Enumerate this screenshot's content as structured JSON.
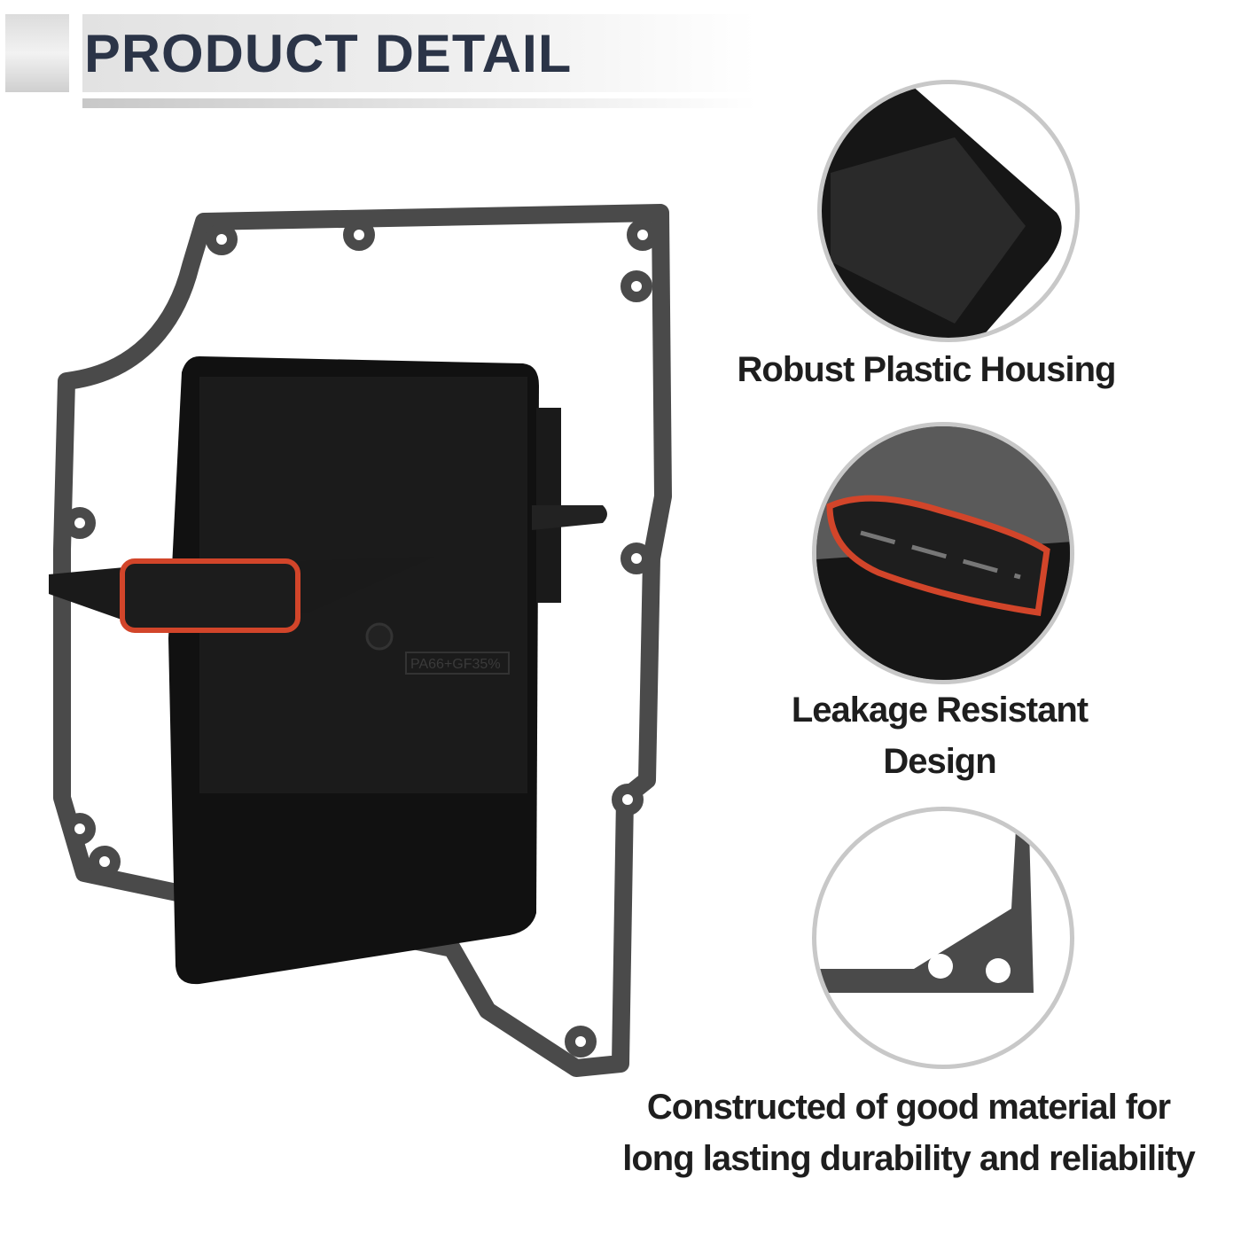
{
  "header": {
    "title": "PRODUCT DETAIL"
  },
  "product": {
    "molded_marking": "PA66+GF35%"
  },
  "features": [
    {
      "caption": "Robust Plastic Housing"
    },
    {
      "caption_line1": "Leakage Resistant",
      "caption_line2": "Design"
    },
    {
      "caption_line1": "Constructed of good material for",
      "caption_line2": "long lasting durability and reliability"
    }
  ],
  "colors": {
    "title": "#2b3447",
    "gasket": "#4a4a4a",
    "seal": "#d2452a",
    "housing": "#111111"
  }
}
